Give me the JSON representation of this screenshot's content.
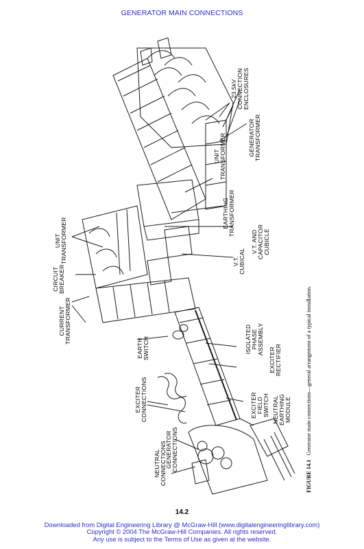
{
  "running_head": "GENERATOR MAIN CONNECTIONS",
  "figure": {
    "labels": {
      "connection_enclosures": [
        "23.5kV",
        "CONNECTION",
        "ENCLOSURES"
      ],
      "generator_transformer": [
        "GENERATOR",
        "TRANSFORMER"
      ],
      "unit_transformer_right": [
        "UNIT",
        "TRANSFORMER"
      ],
      "earthing_transformer": [
        "EARTHING",
        "TRANSFORMER"
      ],
      "vt_capacitor_cubicle": [
        "V.T. AND",
        "CAPACITOR",
        "CUBICLE"
      ],
      "vt_cubical": [
        "V.T.",
        "CUBICAL"
      ],
      "unit_transformer_left": [
        "UNIT",
        "TRANSFORMER"
      ],
      "circuit_breaker": [
        "CIRCUIT",
        "BREAKER"
      ],
      "current_transformer": [
        "CURRENT",
        "TRANSFORMER"
      ],
      "earth_switch": [
        "EARTH",
        "SWITCH"
      ],
      "isolated_phase_assembly": [
        "ISOLATED",
        "PHASE",
        "ASSEMBLY"
      ],
      "exciter_rectifier": [
        "EXCITER",
        "RECTIFIER"
      ],
      "exciter_connections": [
        "EXCITER",
        "CONNECTIONS"
      ],
      "exciter_field_switch": [
        "EXCITER",
        "FIELD",
        "SWITCH"
      ],
      "neutral_earthing_module": [
        "NEUTRAL",
        "EARTHING",
        "MODULE"
      ],
      "generator_connections": [
        "GENERATOR",
        "CONNECTIONS"
      ],
      "neutral_connections": [
        "NEUTRAL",
        "CONNECTIONS"
      ]
    },
    "caption_label": "FIGURE 14.1",
    "caption_text": "Generator main connections—general arrangement of a typical installation."
  },
  "page_number": "14.2",
  "footer": {
    "line1": "Downloaded from Digital Engineering Library @ McGraw-Hill (www.digitalengineeringlibrary.com)",
    "line2": "Copyright © 2004 The McGraw-Hill Companies. All rights reserved.",
    "line3": "Any use is subject to the Terms of Use as given at the website."
  },
  "colors": {
    "header_footer": "#2b2bcc",
    "drawing": "#1a1a1a"
  }
}
